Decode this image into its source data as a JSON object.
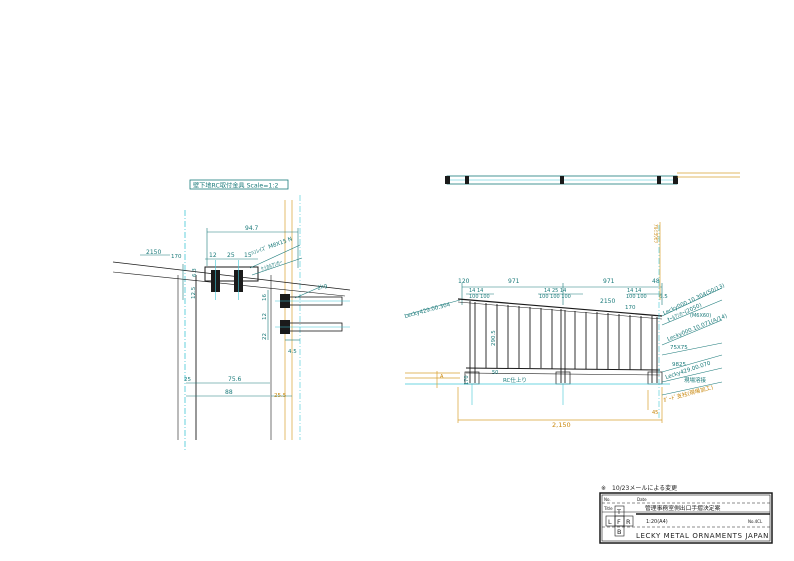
{
  "colors": {
    "line": "#1a1a1a",
    "teal": "#1a7a7a",
    "cyan": "#3fc6d6",
    "orange": "#d8a030",
    "ink": "#222222"
  },
  "detail": {
    "title": "壁下地RC取付金具 Scale=1:2",
    "dim_94_7": "94.7",
    "dim_12": "12",
    "dim_25": "25",
    "dim_15": "15",
    "dim_2150": "2150",
    "dim_170": "170",
    "note_bolt": "ﾊﾝﾚｲｽﾞ M8X15 N",
    "note_fbolt": "ｹﾐｶﾙｱﾝｶｰ",
    "dim_6_3": "6.3",
    "dim_12_5": "12.5",
    "dim_2kg": "2kg",
    "dim_16": "16",
    "dim_12b": "12",
    "dim_22": "22",
    "dim_4_5": "4.5",
    "dim_25b": "25",
    "dim_75_6": "75.6",
    "dim_88": "88",
    "dim_25_5": "25.5"
  },
  "elevation": {
    "dim_120": "120",
    "dim_971a": "971",
    "dim_971b": "971",
    "dim_48": "48",
    "dims_small_left": "14  14",
    "dims_small_mid": "14 25 14",
    "dims_small_right": "14  14",
    "dims_100_left": "100 100",
    "dims_100_mid": "100 100 100",
    "dims_100_right": "100 100",
    "dim_2150": "2150",
    "dim_170": "170",
    "dim_6_5": "6.5",
    "note_left": "Lecky429.00.304",
    "note_r1": "Lecky000.10.304(50/13)",
    "note_r2": "ｵｰﾙｱﾝｶｰ(2050)",
    "note_r3": "(M6X60)",
    "note_r4": "Lecky000.10.071(A/14)",
    "note_r5": "75X75",
    "note_r6": "9825",
    "note_r7": "Lecky429.00.070",
    "note_r8": "現場溶接",
    "note_r9": "ｶﾞｰﾄﾞ支柱(現場加工)",
    "note_vertical": "ｱﾙﾐﾖｳｾﾂ",
    "dim_h": "290.5",
    "dim_left_v": "A",
    "dim_rc": "RC仕上り",
    "dim_50": "50",
    "dim_170b": "170",
    "dim_45": "45",
    "dim_total": "2,150"
  },
  "titleblock": {
    "revision_note": "※　10/23メールによる変更",
    "row1_label": "No.",
    "row1_value": "Date",
    "row2_label": "Title",
    "row2_value": "管理事務室側出口手摺決定案",
    "row3_value": "1:20(A4)",
    "row3_suffix": "No.4CL",
    "company": "LECKY METAL ORNAMENTS JAPAN",
    "box_T": "T",
    "box_L": "L",
    "box_F": "F",
    "box_R": "R",
    "box_B": "B"
  }
}
